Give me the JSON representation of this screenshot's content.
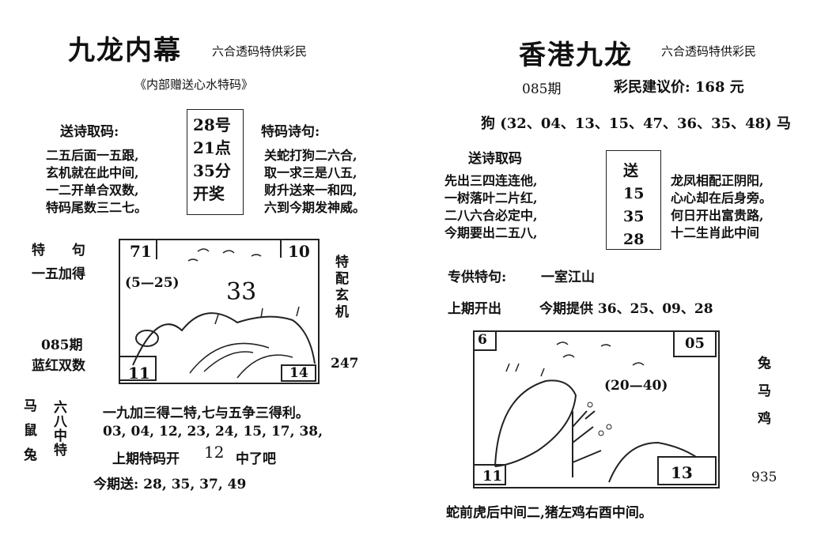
{
  "left": {
    "title": "九龙内幕",
    "tagline": "六合透码特供彩民",
    "subtitle": "《内部赠送心水特码》",
    "poem_label": "送诗取码:",
    "poem_lines": [
      "二五后面一五跟,",
      "玄机就在此中间,",
      "一二开单合双数,",
      "特码尾数三二七。"
    ],
    "boxed_lines": [
      "28号",
      "21点",
      "35分",
      "开奖"
    ],
    "tema_label": "特码诗句:",
    "tema_lines": [
      "关蛇打狗二六合,",
      "取一求三是八五,",
      "财升送来一和四,",
      "六到今期发神威。"
    ],
    "teju_label": "特 句",
    "teju_text": "一五加得",
    "period": "085期",
    "blue_red": "蓝红双数",
    "side_label": "特配玄机",
    "side_number": "247",
    "pic_tl": "71",
    "pic_tr": "10",
    "pic_range": "(5—25)",
    "pic_big": "33",
    "pic_bl": "11",
    "pic_br": "14",
    "col_animals": "马鼠兔",
    "col_special": "六八中特",
    "line1": "一九加三得二特,七与五争三得利。",
    "line2": "03, 04, 12, 23, 24, 15, 17, 38,",
    "line3_a": "上期特码开",
    "line3_num": "12",
    "line3_b": "中了吧",
    "line4": "今期送: 28, 35, 37, 49"
  },
  "right": {
    "title": "香港九龙",
    "tagline": "六合透码特供彩民",
    "period": "085期",
    "price": "彩民建议价: 168 元",
    "dog_line": "狗 (32、04、13、15、47、36、35、48) 马",
    "poem_label": "送诗取码",
    "poem_lines": [
      "先出三四连连他,",
      "一树落叶二片红,",
      "二八六合必定中,",
      "今期要出二五八,"
    ],
    "boxed": [
      "送",
      "15",
      "35",
      "28"
    ],
    "poem2_lines": [
      "龙凤相配正阴阳,",
      "心心却在后身旁。",
      "何日开出富贵路,",
      "十二生肖此中间"
    ],
    "special_label": "专供特句:",
    "special_text": "一室江山",
    "last_label": "上期开出",
    "last_text": "今期提供 36、25、09、28",
    "pic_tl": "6",
    "pic_tr": "05",
    "pic_range": "(20—40)",
    "pic_bl": "11",
    "pic_br": "13",
    "side_animals": "兔马鸡",
    "side_number": "935",
    "bottom_line": "蛇前虎后中间二,猪左鸡右酉中间。"
  }
}
